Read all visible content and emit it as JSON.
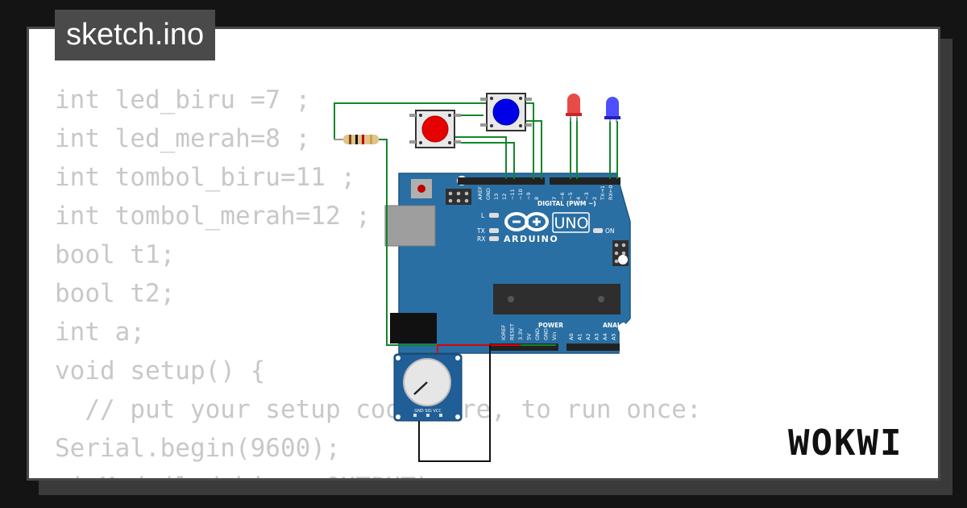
{
  "title": "sketch.ino",
  "code_lines": [
    "int led_biru =7 ;",
    "int led_merah=8 ;",
    "int tombol_biru=11 ;",
    "int tombol_merah=12 ;",
    "bool t1;",
    "bool t2;",
    "int a;",
    "void setup() {",
    "  // put your setup code here, to run once:",
    "Serial.begin(9600);",
    "pinMode(led_biru, OUTPUT);"
  ],
  "board": {
    "brand": "ARDUINO",
    "model": "UNO",
    "digital_label": "DIGITAL (PWM ~)",
    "power_label": "POWER",
    "analog_label": "ANALOG IN",
    "on_label": "ON",
    "l_label": "L",
    "tx_label": "TX",
    "rx_label": "RX",
    "digital_pins": [
      "AREF",
      "GND",
      "13",
      "12",
      "~11",
      "~10",
      "~9",
      "8",
      "7",
      "~6",
      "~5",
      "4",
      "~3",
      "2",
      "TX→1",
      "RX←0"
    ],
    "power_pins": [
      "IOREF",
      "RESET",
      "3.3V",
      "5V",
      "GND",
      "GND",
      "Vin"
    ],
    "analog_pins": [
      "A0",
      "A1",
      "A2",
      "A3",
      "A4",
      "A5"
    ]
  },
  "components": {
    "led_red_color": "#e53935",
    "led_blue_color": "#3b3bff",
    "button_red_color": "#e60000",
    "button_blue_color": "#0000e6",
    "board_color": "#2a6fa3",
    "potentiometer_pins": "GND SIG VCC"
  },
  "wire_colors": {
    "green": "#13862a",
    "red": "#e00000",
    "black": "#111111"
  },
  "brand_logo": "WOKWI"
}
